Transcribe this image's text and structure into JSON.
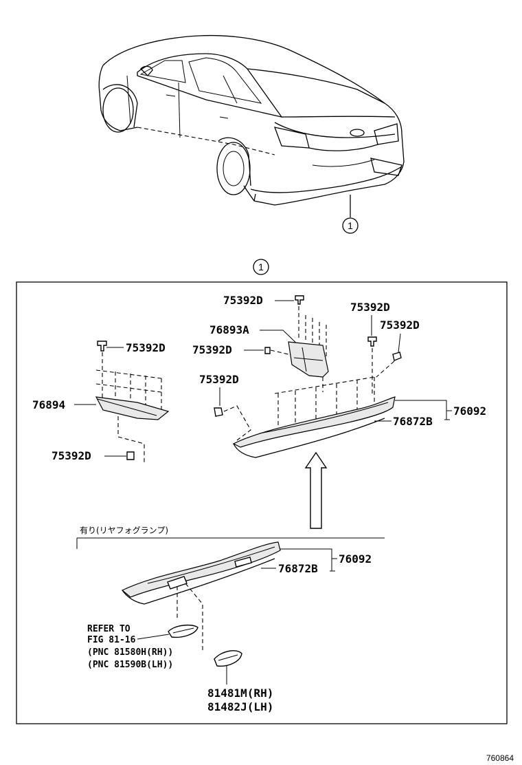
{
  "diagram_id": "760864",
  "callout_number": "1",
  "top_view": {
    "callout": "1"
  },
  "detail_box": {
    "callout": "1",
    "labels": {
      "clip_top_center": "75392D",
      "clip_top_right": "75392D",
      "clip_right": "75392D",
      "bracket_center": "76893A",
      "clip_bracket": "75392D",
      "clip_left_top": "75392D",
      "clip_center_left": "75392D",
      "left_piece": "76894",
      "clip_left_bottom": "75392D",
      "spoiler_assy": "76092",
      "spoiler_sub": "76872B"
    },
    "variant": {
      "note": "有り(リヤフォグランプ)",
      "spoiler_assy": "76092",
      "spoiler_sub": "76872B",
      "refer_line1": "REFER TO",
      "refer_line2": "FIG 81-16",
      "pnc_rh": "(PNC 81580H(RH))",
      "pnc_lh": "(PNC 81590B(LH))",
      "lamp_rh": "81481M(RH)",
      "lamp_lh": "81482J(LH)"
    }
  }
}
